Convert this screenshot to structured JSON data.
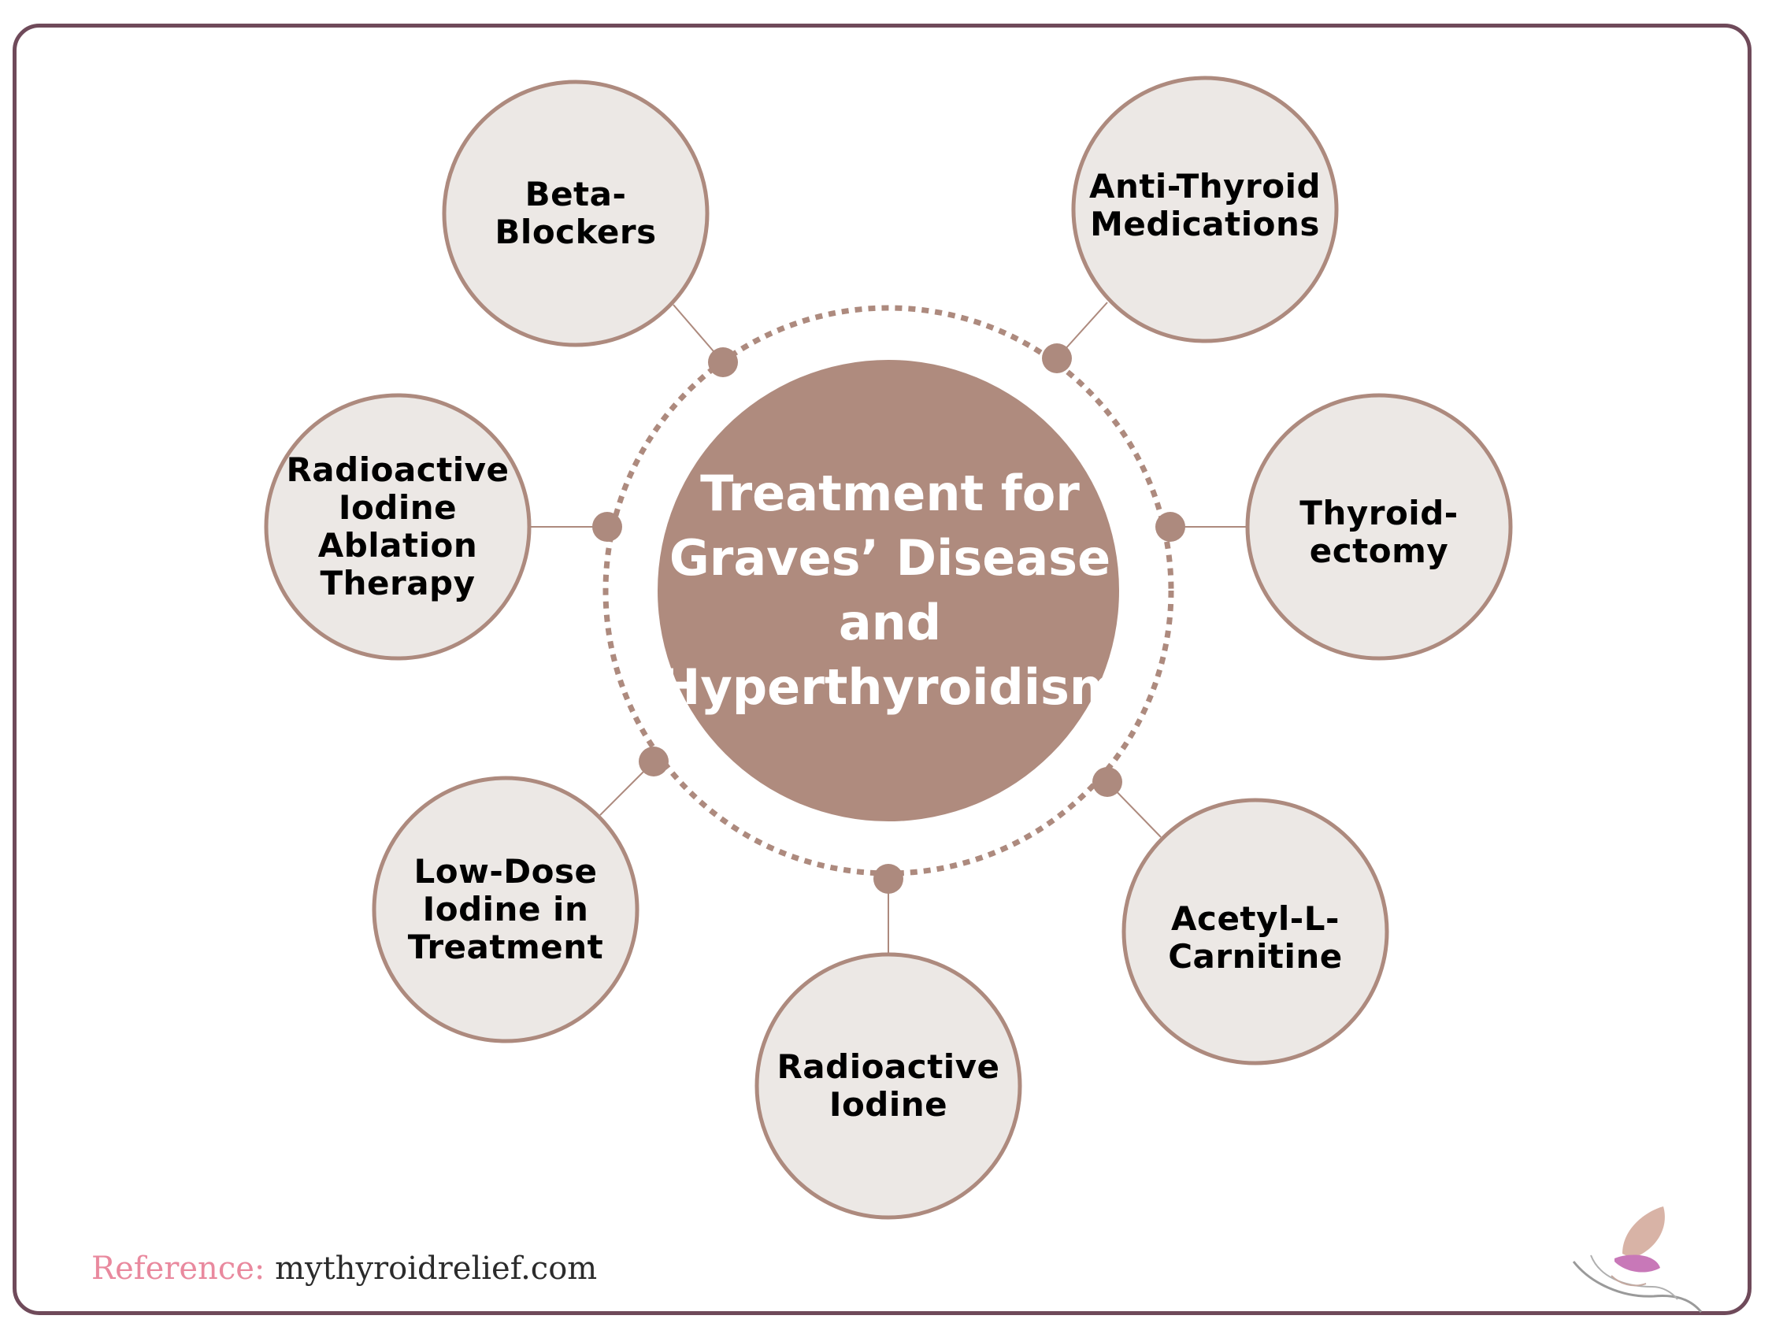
{
  "center": {
    "title": "Treatment for\nGraves’ Disease\nand\nHyperthyroidism"
  },
  "nodes": [
    {
      "label": "Beta-\nBlockers"
    },
    {
      "label": "Anti-Thyroid\nMedications"
    },
    {
      "label": "Radioactive\nIodine\nAblation\nTherapy"
    },
    {
      "label": "Thyroid-\nectomy"
    },
    {
      "label": "Low-Dose\nIodine in\nTreatment"
    },
    {
      "label": "Acetyl-L-\nCarnitine"
    },
    {
      "label": "Radioactive\nIodine"
    }
  ],
  "reference": {
    "label": "Reference:",
    "site": "mythyroidrelief.com"
  },
  "colors": {
    "frame": "#6f4a5a",
    "center_fill": "#af8b7e",
    "node_fill": "#ece8e5",
    "node_stroke": "#ad8a7e",
    "connector": "#ad8a7e"
  },
  "icons": {
    "logo": "leaf-butterfly-logo"
  }
}
